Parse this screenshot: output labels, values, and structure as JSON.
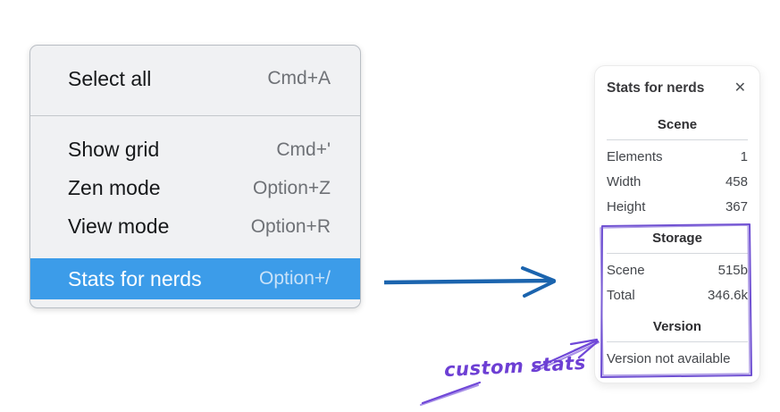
{
  "colors": {
    "menu_highlight": "#3c9ce9",
    "arrow_blue": "#1b64ae",
    "annotation_purple": "#7048d8"
  },
  "menu": {
    "groups": [
      {
        "items": [
          {
            "label": "Select all",
            "shortcut": "Cmd+A"
          }
        ]
      },
      {
        "items": [
          {
            "label": "Show grid",
            "shortcut": "Cmd+'"
          },
          {
            "label": "Zen mode",
            "shortcut": "Option+Z"
          },
          {
            "label": "View mode",
            "shortcut": "Option+R"
          },
          {
            "label": "Stats for nerds",
            "shortcut": "Option+/",
            "selected": true
          }
        ]
      }
    ]
  },
  "panel": {
    "title": "Stats for nerds",
    "close_glyph": "✕",
    "sections": [
      {
        "heading": "Scene",
        "rows": [
          {
            "label": "Elements",
            "value": "1"
          },
          {
            "label": "Width",
            "value": "458"
          },
          {
            "label": "Height",
            "value": "367"
          }
        ]
      },
      {
        "heading": "Storage",
        "rows": [
          {
            "label": "Scene",
            "value": "515b"
          },
          {
            "label": "Total",
            "value": "346.6k"
          }
        ]
      },
      {
        "heading": "Version",
        "note": "Version not available"
      }
    ]
  },
  "annotations": {
    "label": "custom stats"
  }
}
